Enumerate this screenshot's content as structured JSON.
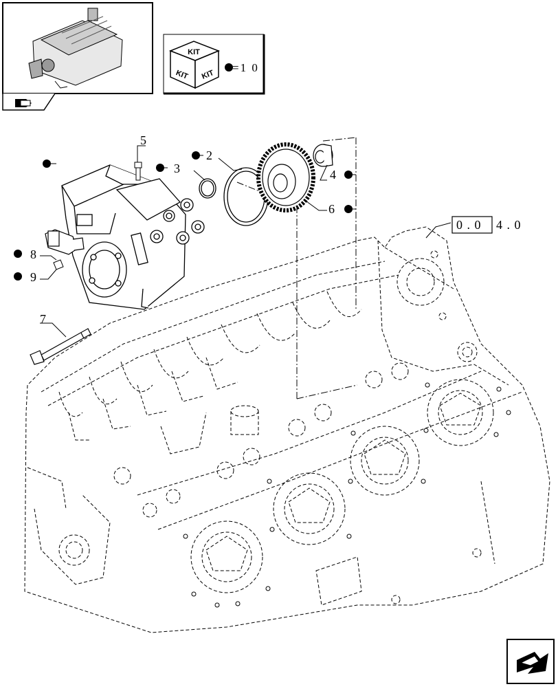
{
  "kit_box": {
    "kit_word": "KIT",
    "quantity_text": "=1 0"
  },
  "callouts": [
    "5",
    "2",
    "3",
    "4",
    "6",
    "7",
    "8",
    "9"
  ],
  "reference": {
    "boxed_part": "0 . 0",
    "trailing_part": "4 . 0"
  }
}
